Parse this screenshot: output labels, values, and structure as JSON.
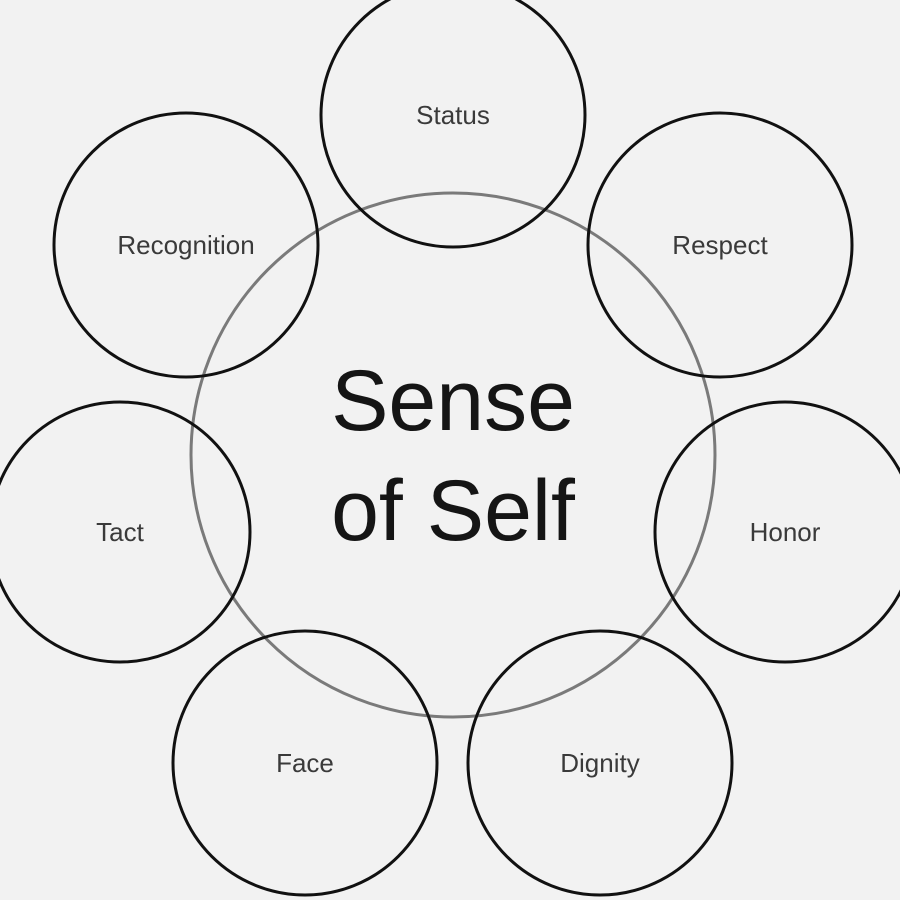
{
  "center": {
    "line1": "Sense",
    "line2": "of Self"
  },
  "nodes": [
    {
      "label": "Status"
    },
    {
      "label": "Respect"
    },
    {
      "label": "Honor"
    },
    {
      "label": "Dignity"
    },
    {
      "label": "Face"
    },
    {
      "label": "Tact"
    },
    {
      "label": "Recognition"
    }
  ]
}
